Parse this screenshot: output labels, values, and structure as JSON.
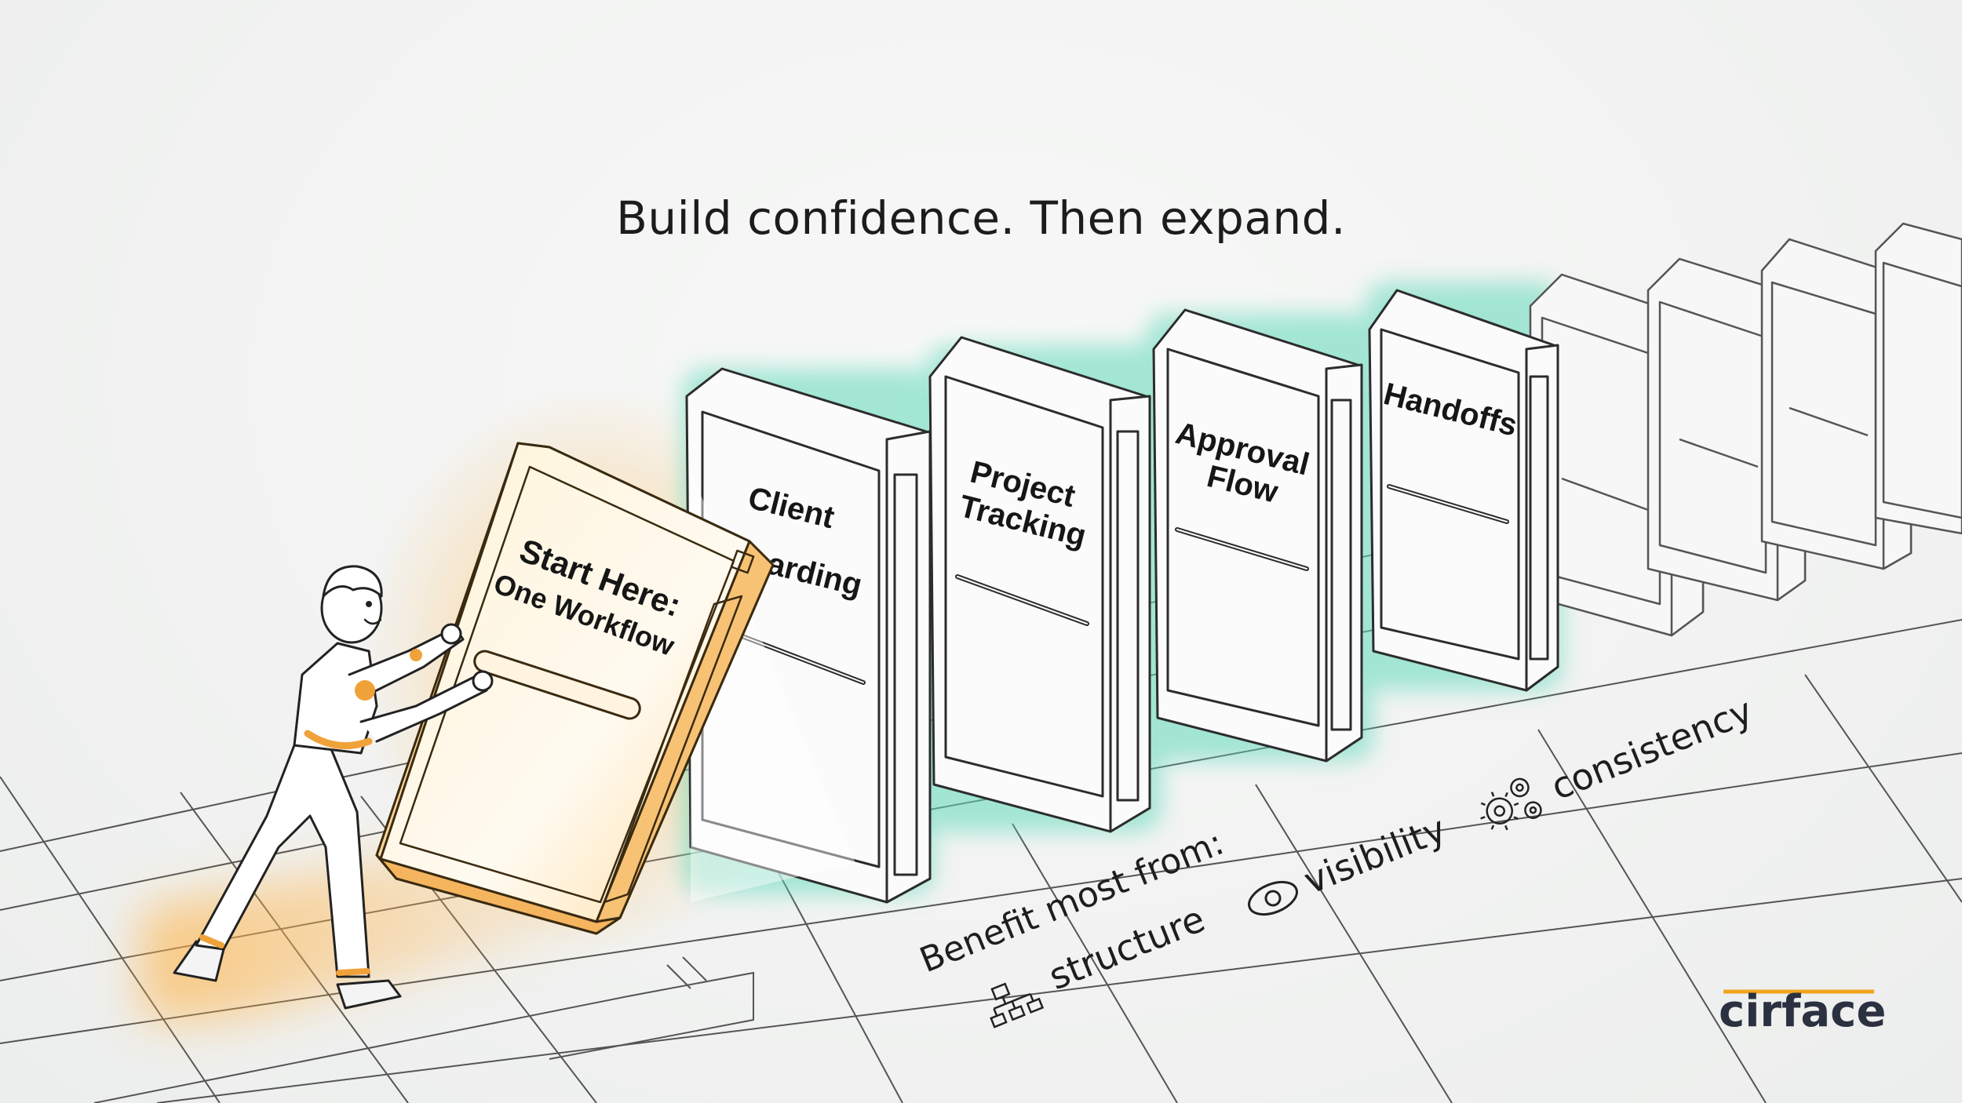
{
  "headline": "Build confidence. Then expand.",
  "dominoes": {
    "first": {
      "line1": "Start Here:",
      "line2": "One Workflow"
    },
    "client": {
      "line1": "Client",
      "line2": "arding"
    },
    "project": {
      "line1": "Project",
      "line2": "Tracking"
    },
    "approval": {
      "line1": "Approval",
      "line2": "Flow"
    },
    "handoffs": {
      "line1": "Handoffs"
    }
  },
  "benefits": {
    "label": "Benefit most from:",
    "items": [
      {
        "label": "structure",
        "icon": "hierarchy-icon"
      },
      {
        "label": "visibility",
        "icon": "eye-icon"
      },
      {
        "label": "consistency",
        "icon": "gears-icon"
      }
    ]
  },
  "logo": "cirface",
  "colors": {
    "accent_orange": "#f0a23a",
    "glow_teal": "#5fd9b8",
    "logo_gold": "#f2a41f",
    "logo_navy": "#2b3140"
  }
}
